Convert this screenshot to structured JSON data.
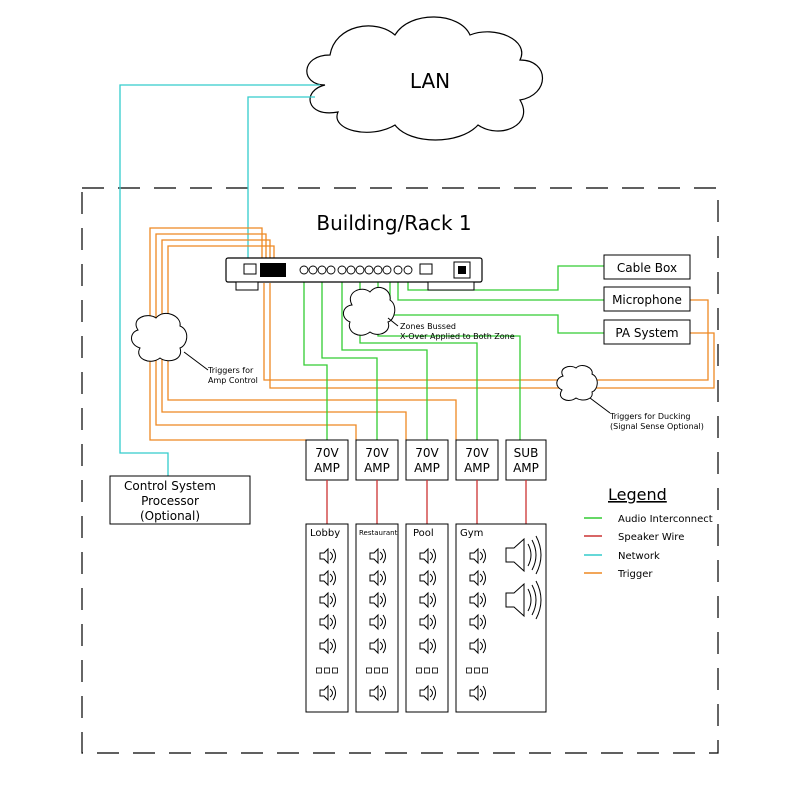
{
  "labels": {
    "lan": "LAN",
    "building": "Building/Rack 1",
    "zones_bussed_line1": "Zones Bussed",
    "zones_bussed_line2": "X-Over Applied to Both Zone",
    "triggers_amp_line1": "Triggers for",
    "triggers_amp_line2": "Amp Control",
    "triggers_ducking_line1": "Triggers for Ducking",
    "triggers_ducking_line2": "(Signal Sense Optional)"
  },
  "sources": [
    {
      "id": "cable-box",
      "label": "Cable Box"
    },
    {
      "id": "microphone",
      "label": "Microphone"
    },
    {
      "id": "pa-system",
      "label": "PA System"
    }
  ],
  "control_processor": {
    "line1": "Control System",
    "line2": "Processor",
    "line3": "(Optional)"
  },
  "amps": [
    {
      "top": "70V",
      "bottom": "AMP"
    },
    {
      "top": "70V",
      "bottom": "AMP"
    },
    {
      "top": "70V",
      "bottom": "AMP"
    },
    {
      "top": "70V",
      "bottom": "AMP"
    },
    {
      "top": "SUB",
      "bottom": "AMP"
    }
  ],
  "zones": [
    {
      "label": "Lobby"
    },
    {
      "label": "Restaurant"
    },
    {
      "label": "Pool"
    },
    {
      "label": "Gym"
    }
  ],
  "legend": {
    "title": "Legend",
    "items": [
      {
        "label": "Audio Interconnect",
        "color": "#33cc33"
      },
      {
        "label": "Speaker Wire",
        "color": "#cc3333"
      },
      {
        "label": "Network",
        "color": "#33cccc"
      },
      {
        "label": "Trigger",
        "color": "#ee8822"
      }
    ]
  },
  "colors": {
    "audio": "#33cc33",
    "speaker": "#cc3333",
    "network": "#33cccc",
    "trigger": "#ee8822"
  }
}
